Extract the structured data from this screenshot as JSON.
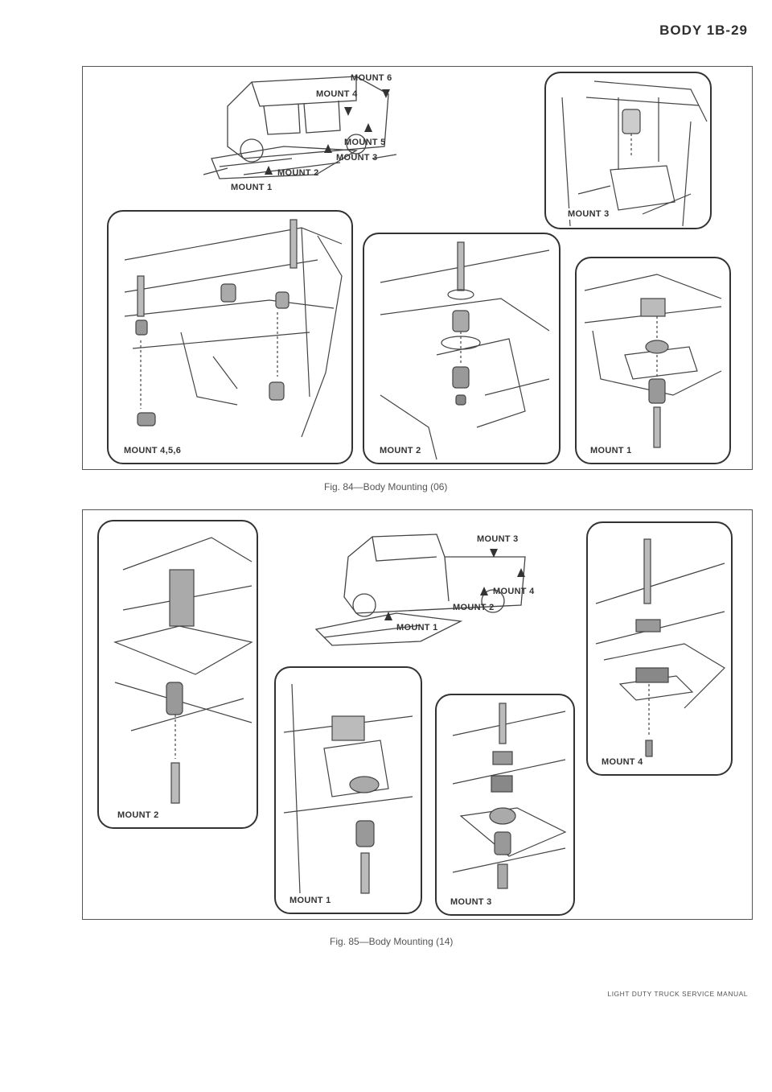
{
  "header": {
    "title": "BODY 1B-29"
  },
  "fig84": {
    "caption": "Fig. 84—Body Mounting (06)",
    "callouts": [
      "MOUNT 6",
      "MOUNT 4",
      "MOUNT 5",
      "MOUNT 3",
      "MOUNT 2",
      "MOUNT 1"
    ],
    "panels": [
      "MOUNT 3",
      "MOUNT 4,5,6",
      "MOUNT 2",
      "MOUNT 1"
    ]
  },
  "fig85": {
    "caption": "Fig. 85—Body Mounting (14)",
    "callouts": [
      "MOUNT 3",
      "MOUNT 4",
      "MOUNT 2",
      "MOUNT 1"
    ],
    "panels": [
      "MOUNT 2",
      "MOUNT 4",
      "MOUNT 1",
      "MOUNT 3"
    ]
  },
  "footer": {
    "text": "LIGHT DUTY TRUCK SERVICE MANUAL"
  }
}
